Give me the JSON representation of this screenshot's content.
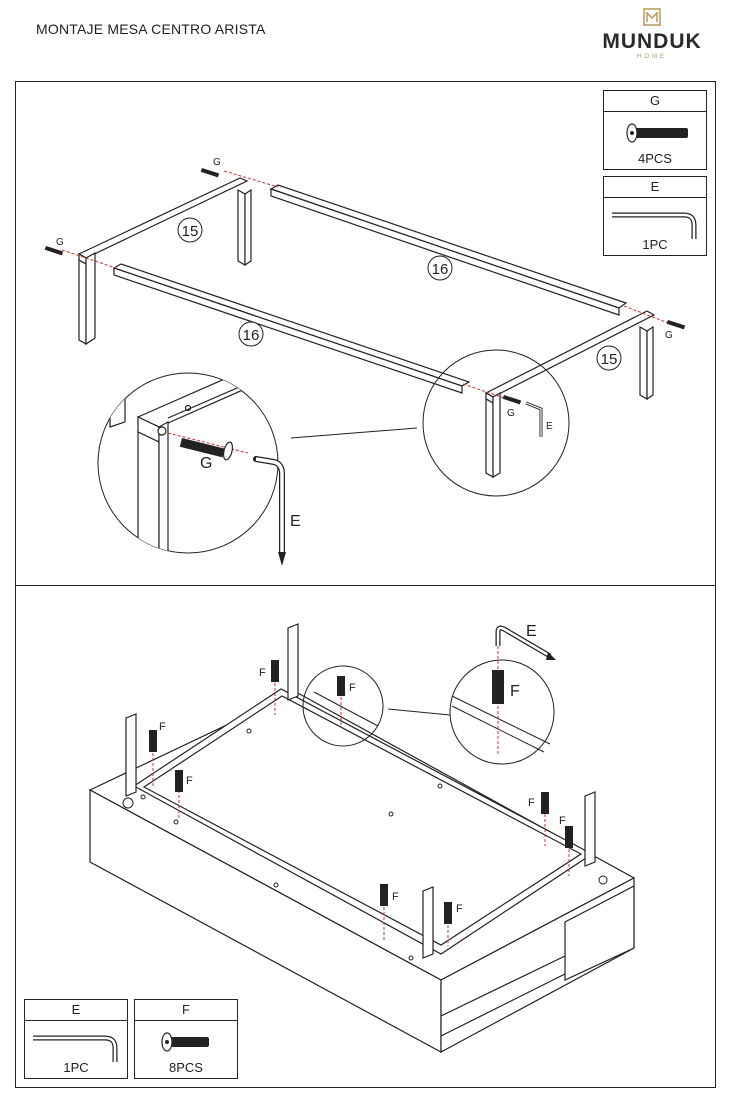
{
  "header": {
    "title": "MONTAJE MESA CENTRO ARISTA",
    "brand": "MUNDUK",
    "brand_sub": "HOME"
  },
  "step1": {
    "parts": [
      {
        "letter": "G",
        "qty": "4PCS"
      },
      {
        "letter": "E",
        "qty": "1PC"
      }
    ],
    "labels": {
      "frame_a": "15",
      "frame_b": "15",
      "rail_a": "16",
      "rail_b": "16",
      "screw": "G",
      "key": "E"
    }
  },
  "step2": {
    "parts": [
      {
        "letter": "E",
        "qty": "1PC"
      },
      {
        "letter": "F",
        "qty": "8PCS"
      }
    ],
    "labels": {
      "screw": "F",
      "key": "E"
    }
  },
  "colors": {
    "line": "#222222",
    "dash": "#d0312d",
    "brand_gold": "#b8985a"
  }
}
